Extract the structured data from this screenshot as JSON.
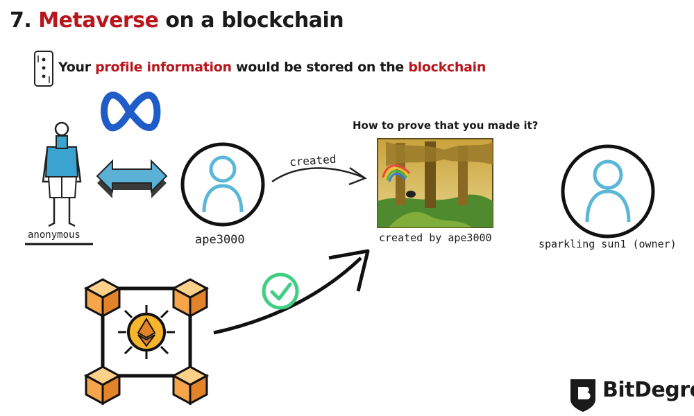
{
  "header": {
    "number": "7.",
    "title_accent": "Metaverse",
    "title_rest": " on a blockchain"
  },
  "subtitle": {
    "part1": "Your ",
    "accent1": "profile information",
    "part2": " would be stored on the ",
    "accent2": "blockchain"
  },
  "labels": {
    "anonymous": "anonymous",
    "ape": "ape3000",
    "created": "created",
    "question": "How to prove that you made it?",
    "created_by": "created by ape3000",
    "owner": "sparkling sun1 (owner)"
  },
  "brand": {
    "name": "BitDegree"
  },
  "colors": {
    "accent_red": "#b8161d",
    "meta_blue": "#1f5cc8",
    "avatar_blue": "#5bb7d8",
    "arrow_blue": "#5bb0d6",
    "check_green": "#3fcf83",
    "cube_orange": "#f6a54a",
    "eth_gold": "#f7b52b"
  },
  "icons": [
    "phone-icon",
    "meta-logo-icon",
    "person-figure-icon",
    "double-arrow-icon",
    "avatar-icon",
    "painting-image",
    "check-icon",
    "blockchain-ethereum-icon",
    "bitdegree-shield-icon"
  ]
}
